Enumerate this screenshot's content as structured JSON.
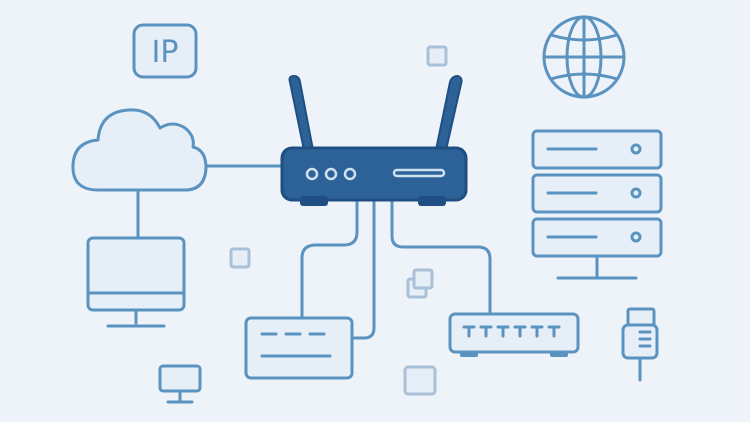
{
  "ip_badge": {
    "text": "IP"
  },
  "colors": {
    "background": "#eef3f9",
    "stroke": "#5b93c0",
    "router_fill": "#2d6299",
    "router_dark": "#1f4f82",
    "box_fill": "#e6eef8",
    "faint_square": "#a9c0d7"
  },
  "nodes": [
    {
      "name": "ip-address-badge",
      "icon": "ip-badge-icon"
    },
    {
      "name": "internet-globe",
      "icon": "globe-icon"
    },
    {
      "name": "cloud",
      "icon": "cloud-icon"
    },
    {
      "name": "wireless-router",
      "icon": "router-icon"
    },
    {
      "name": "server-rack",
      "icon": "server-icon"
    },
    {
      "name": "desktop-monitor",
      "icon": "monitor-icon"
    },
    {
      "name": "network-device",
      "icon": "box-device-icon"
    },
    {
      "name": "network-switch",
      "icon": "switch-icon"
    },
    {
      "name": "ethernet-plug",
      "icon": "plug-icon"
    },
    {
      "name": "small-monitor",
      "icon": "monitor-icon"
    }
  ]
}
